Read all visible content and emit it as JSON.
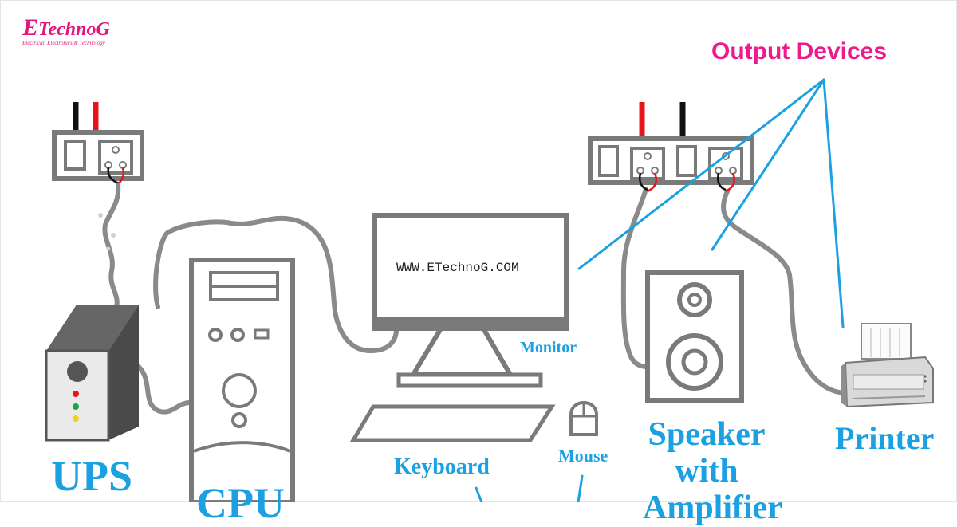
{
  "logo": {
    "first_letter": "E",
    "rest": "TechnoG",
    "tagline": "Electrical, Electronics & Technology"
  },
  "title": "Output Devices",
  "monitor_text": "WWW.ETechnoG.COM",
  "labels": {
    "ups": "UPS",
    "cpu": "CPU",
    "monitor": "Monitor",
    "keyboard": "Keyboard",
    "mouse": "Mouse",
    "speaker": "Speaker with Amplifier",
    "printer": "Printer"
  },
  "colors": {
    "accent_pink": "#ec1a8a",
    "label_blue": "#1ba1e2",
    "device_gray": "#808080",
    "ups_gray": "#555555"
  }
}
